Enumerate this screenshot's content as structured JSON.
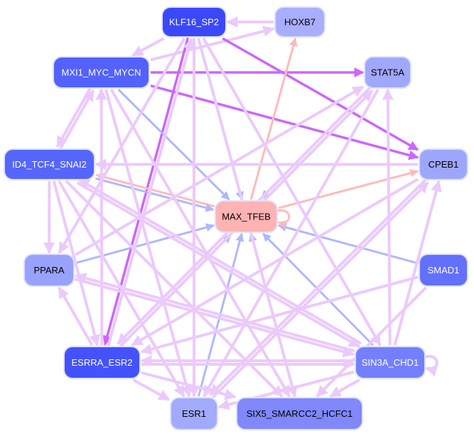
{
  "graph": {
    "nodes": [
      {
        "id": "K",
        "label": "KLF16_SP2",
        "fill": "#3a48fa",
        "text": "#ffffff"
      },
      {
        "id": "H",
        "label": "HOXB7",
        "fill": "#a8aefb",
        "text": "#000000"
      },
      {
        "id": "M",
        "label": "MXI1_MYC_MYCN",
        "fill": "#5262fb",
        "text": "#ffffff"
      },
      {
        "id": "S",
        "label": "STAT5A",
        "fill": "#a0a8fb",
        "text": "#000000"
      },
      {
        "id": "I",
        "label": "ID4_TCF4_SNAI2",
        "fill": "#5666fb",
        "text": "#ffffff"
      },
      {
        "id": "C",
        "label": "CPEB1",
        "fill": "#9ea6fb",
        "text": "#000000"
      },
      {
        "id": "X",
        "label": "MAX_TFEB",
        "fill": "#ffb3b3",
        "text": "#000000"
      },
      {
        "id": "P",
        "label": "PPARA",
        "fill": "#98a2fb",
        "text": "#000000"
      },
      {
        "id": "D",
        "label": "SMAD1",
        "fill": "#6270fb",
        "text": "#ffffff"
      },
      {
        "id": "E",
        "label": "ESRRA_ESR2",
        "fill": "#4452fb",
        "text": "#ffffff"
      },
      {
        "id": "N",
        "label": "SIN3A_CHD1",
        "fill": "#7480fb",
        "text": "#ffffff"
      },
      {
        "id": "R",
        "label": "ESR1",
        "fill": "#a2aafb",
        "text": "#000000"
      },
      {
        "id": "F",
        "label": "SIX5_SMARCC2_HCFC1",
        "fill": "#8088fb",
        "text": "#000000"
      }
    ],
    "edge_colors": {
      "light": "#ebcafb",
      "strong": "#cc66ff",
      "blue": "#b0b8fb",
      "pink": "#ffbaba"
    },
    "edges": [
      [
        "H",
        "K",
        "light"
      ],
      [
        "K",
        "M",
        "light"
      ],
      [
        "M",
        "H",
        "light"
      ],
      [
        "M",
        "S",
        "strong"
      ],
      [
        "K",
        "C",
        "strong"
      ],
      [
        "M",
        "C",
        "strong"
      ],
      [
        "K",
        "E",
        "strong"
      ],
      [
        "K",
        "X",
        "blue"
      ],
      [
        "M",
        "X",
        "blue"
      ],
      [
        "X",
        "H",
        "pink"
      ],
      [
        "X",
        "C",
        "pink"
      ],
      [
        "X",
        "I",
        "pink"
      ],
      [
        "I",
        "X",
        "blue"
      ],
      [
        "S",
        "X",
        "blue"
      ],
      [
        "X",
        "S",
        "pink"
      ],
      [
        "E",
        "X",
        "blue"
      ],
      [
        "X",
        "E",
        "pink"
      ],
      [
        "P",
        "X",
        "blue"
      ],
      [
        "D",
        "X",
        "blue"
      ],
      [
        "N",
        "X",
        "blue"
      ],
      [
        "R",
        "X",
        "blue"
      ],
      [
        "F",
        "X",
        "blue"
      ],
      [
        "X",
        "X",
        "pink"
      ],
      [
        "C",
        "I",
        "light"
      ],
      [
        "N",
        "N",
        "light"
      ],
      [
        "E",
        "N",
        "light"
      ],
      [
        "N",
        "E",
        "light"
      ],
      [
        "I",
        "M",
        "light"
      ],
      [
        "M",
        "I",
        "light"
      ],
      [
        "E",
        "K",
        "light"
      ],
      [
        "E",
        "S",
        "light"
      ],
      [
        "E",
        "M",
        "light"
      ],
      [
        "P",
        "S",
        "light"
      ],
      [
        "K",
        "P",
        "light"
      ],
      [
        "I",
        "E",
        "light"
      ],
      [
        "I",
        "R",
        "light"
      ],
      [
        "I",
        "F",
        "light"
      ],
      [
        "I",
        "N",
        "light"
      ],
      [
        "M",
        "R",
        "light"
      ],
      [
        "M",
        "F",
        "light"
      ],
      [
        "K",
        "N",
        "light"
      ],
      [
        "K",
        "F",
        "light"
      ],
      [
        "S",
        "E",
        "light"
      ],
      [
        "S",
        "R",
        "light"
      ],
      [
        "N",
        "S",
        "light"
      ],
      [
        "N",
        "C",
        "light"
      ],
      [
        "C",
        "E",
        "light"
      ],
      [
        "C",
        "R",
        "light"
      ],
      [
        "D",
        "E",
        "light"
      ],
      [
        "D",
        "F",
        "light"
      ],
      [
        "N",
        "P",
        "light"
      ],
      [
        "N",
        "I",
        "light"
      ],
      [
        "N",
        "R",
        "light"
      ],
      [
        "N",
        "F",
        "light"
      ],
      [
        "E",
        "R",
        "light"
      ],
      [
        "E",
        "F",
        "light"
      ],
      [
        "E",
        "P",
        "light"
      ],
      [
        "P",
        "N",
        "light"
      ],
      [
        "I",
        "P",
        "light"
      ],
      [
        "R",
        "C",
        "light"
      ],
      [
        "K",
        "R",
        "light"
      ]
    ]
  }
}
